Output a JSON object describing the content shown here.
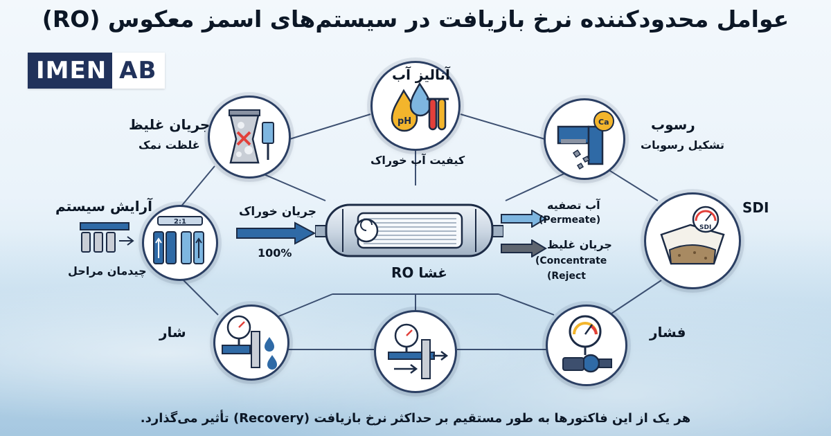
{
  "title": "عوامل محدودکننده نرخ بازیافت در سیستم‌های اسمز معکوس (RO)",
  "logo": {
    "part1": "IMEN",
    "part2": "AB"
  },
  "nodes": {
    "analysis": {
      "title": "آنالیز آب",
      "subtitle": "کیفیت آب خوراک"
    },
    "concentrate_flow": {
      "title": "جریان غلیظ",
      "subtitle": "غلظت نمک"
    },
    "scaling": {
      "title": "رسوب",
      "subtitle": "تشکیل رسوبات"
    },
    "system_config": {
      "title": "آرایش سیستم",
      "subtitle": "چیدمان مراحل",
      "ratio": "2:1"
    },
    "sdi": {
      "title": "SDI",
      "gauge": "SDI"
    },
    "flux": {
      "title": "شار"
    },
    "pressure": {
      "title": "فشار"
    }
  },
  "center": {
    "membrane": "غشا RO",
    "feed_label": "جریان خوراک",
    "feed_percent": "100%",
    "permeate_fa": "آب تصفیه",
    "permeate_en": "(Permeate)",
    "concentrate_fa": "جریان غلیظ",
    "concentrate_en1": "(Concentrate",
    "concentrate_en2": "(Reject"
  },
  "footer": "هر یک از این فاکتورها به طور مستقیم بر حداکثر نرخ بازیافت (Recovery) تأثیر می‌گذارد.",
  "colors": {
    "navy": "#21325b",
    "accent_blue": "#7eb6e0",
    "gray_arrow": "#5f6670",
    "red": "#e2403a"
  }
}
